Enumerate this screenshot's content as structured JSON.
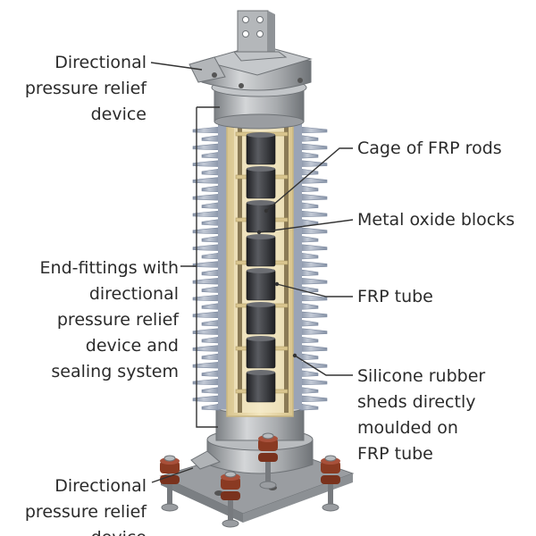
{
  "labels": {
    "top_relief": "Directional\npressure relief\ndevice",
    "end_fittings": "End-fittings with\ndirectional\npressure relief\ndevice and\nsealing system",
    "bottom_relief": "Directional\npressure relief\ndevice",
    "frp_rods": "Cage of FRP rods",
    "mo_blocks": "Metal oxide blocks",
    "frp_tube": "FRP tube",
    "sheds": "Silicone rubber\nsheds directly\nmoulded on\nFRP tube"
  },
  "colors": {
    "metal": "#a7aaad",
    "metal_light": "#d4d6d8",
    "metal_dark": "#7b7f83",
    "shed": "#a9b3c3",
    "shed_dark": "#8793a7",
    "tube": "#ead9a8",
    "tube_edge": "#c9b680",
    "block": "#2c2d30",
    "block_light": "#55575c",
    "rod": "#6e6248",
    "washer": "#8a3a22",
    "leader": "#333333"
  }
}
